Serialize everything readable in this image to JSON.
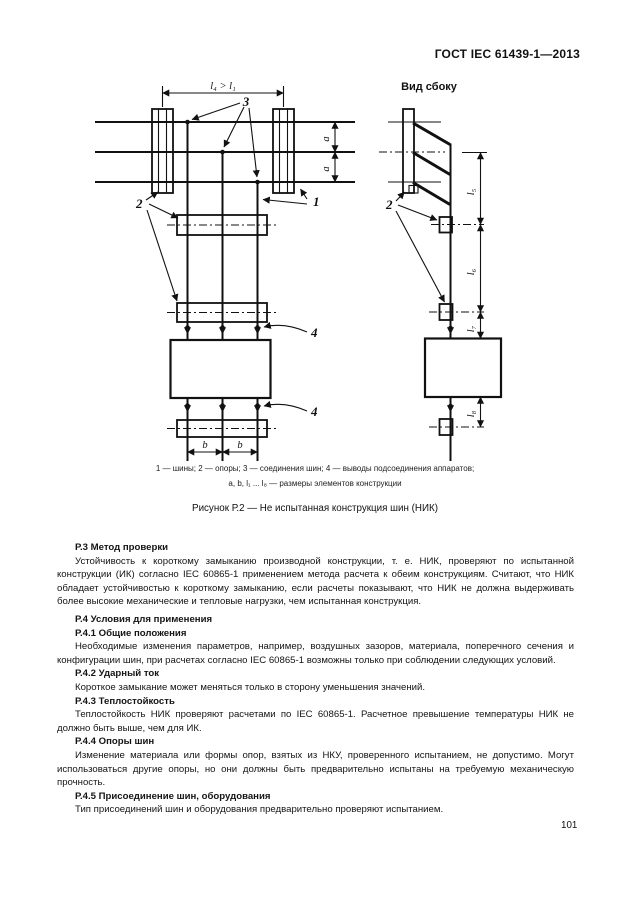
{
  "document": {
    "header": "ГОСТ IEC 61439-1—2013",
    "page_number": "101"
  },
  "figure": {
    "side_view_title": "Вид сбоку",
    "callouts": {
      "busbars": "1",
      "supports": "2",
      "joints": "3",
      "terminals": "4"
    },
    "dimensions": {
      "top": "l₄ > l₁",
      "a": "a",
      "b": "b",
      "l5": "l₅",
      "l6": "l₆",
      "l7": "l₇",
      "l8": "l₈"
    },
    "legend_line1": "1 — шины; 2 — опоры; 3 — соединения шин; 4 — выводы подсоединения аппаратов;",
    "legend_line2": "a, b, l₁ ... l₈ — размеры элементов конструкции",
    "caption": "Рисунок Р.2 — Не испытанная конструкция шин (НИК)"
  },
  "sections": [
    {
      "heading": "Р.3 Метод проверки",
      "paragraphs": [
        "Устойчивость к короткому замыканию производной конструкции, т. е. НИК, проверяют по испытанной конструкции (ИК) согласно IEC 60865-1 применением метода расчета к обеим конструкциям. Считают, что НИК обладает устойчивостью к короткому замыканию, если расчеты показывают, что НИК не должна выдерживать более высокие механические и тепловые нагрузки, чем испытанная конструкция."
      ]
    },
    {
      "heading": "Р.4 Условия для применения",
      "paragraphs": []
    },
    {
      "heading": "Р.4.1 Общие положения",
      "paragraphs": [
        "Необходимые изменения параметров, например, воздушных зазоров, материала, поперечного сечения и конфигурации шин, при расчетах согласно IEC 60865-1 возможны только при соблюдении следующих условий."
      ]
    },
    {
      "heading": "Р.4.2 Ударный ток",
      "paragraphs": [
        "Короткое замыкание может меняться только в сторону уменьшения значений."
      ]
    },
    {
      "heading": "Р.4.3 Теплостойкость",
      "paragraphs": [
        "Теплостойкость НИК проверяют расчетами по IEC 60865-1. Расчетное превышение температуры НИК не должно быть выше, чем для ИК."
      ]
    },
    {
      "heading": "Р.4.4 Опоры шин",
      "paragraphs": [
        "Изменение материала или формы опор, взятых из НКУ, проверенного испытанием, не допустимо. Могут использоваться другие опоры, но они должны быть предварительно испытаны на требуемую механическую прочность."
      ]
    },
    {
      "heading": "Р.4.5 Присоединение шин, оборудования",
      "paragraphs": [
        "Тип присоединений шин и оборудования предварительно проверяют испытанием."
      ]
    }
  ]
}
